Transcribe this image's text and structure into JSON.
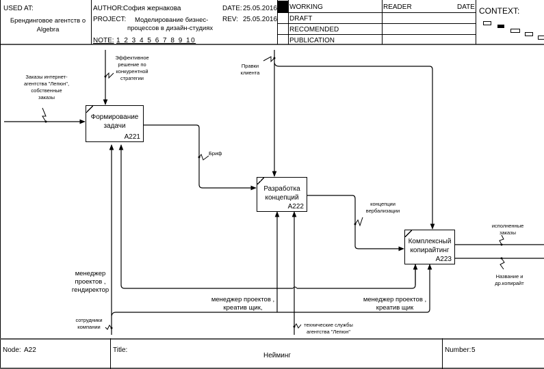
{
  "header": {
    "used_at_label": "USED AT:",
    "used_at_value_line1": "Брендинговое агентств о",
    "used_at_value_line2": "Algebra",
    "author_label": "AUTHOR:",
    "author_value": "София жернакова",
    "project_label": "PROJECT:",
    "project_value_line1": "Моделирование бизнес-",
    "project_value_line2": "процессов в дизайн-студиях",
    "note_label": "NOTE:",
    "note_numbers": "1 2 3 4 5 6 7 8 9 10",
    "date_label": "DATE:",
    "date_value": "25.05.2016",
    "rev_label": "REV:",
    "rev_value": "25.05.2016",
    "statuses": [
      "WORKING",
      "DRAFT",
      "RECOMENDED",
      "PUBLICATION"
    ],
    "active_status": "WORKING",
    "reader_label": "READER",
    "reader_date_label": "DATE",
    "context_label": "CONTEXT:"
  },
  "diagram": {
    "boxes": [
      {
        "title_line1": "Формирование",
        "title_line2": "задачи",
        "code": "A221"
      },
      {
        "title_line1": "Разработка",
        "title_line2": "концепций",
        "code": "A222"
      },
      {
        "title_line1": "Комплексный",
        "title_line2": "копирайтинг",
        "code": "A223"
      }
    ],
    "arrows": {
      "input_orders": [
        "Заказы интернет-",
        "агентства \"Лепюн\",",
        "собственные",
        "заказы"
      ],
      "control_strategy": [
        "Эффективное",
        "решение по",
        "конкурентной",
        "стратегии"
      ],
      "control_client": [
        "Правки",
        "клиента"
      ],
      "brief": "Бриф",
      "concepts": [
        "концепции",
        "вербализации"
      ],
      "output_done": [
        "исполненные",
        "заказы"
      ],
      "output_names": [
        "Название и",
        "др.копирайт"
      ],
      "mech_manager_ceo": [
        "менеджер",
        "проектов ,",
        "гендиректор"
      ],
      "mech_manager_creative_1": [
        "менеджер проектов ,",
        "креатив щик,"
      ],
      "mech_manager_creative_2": [
        "менеджер проектов ,",
        "креатив щик"
      ],
      "mech_staff": [
        "сотрудники",
        "компании"
      ],
      "mech_tech": [
        "технические службы",
        "агентства \"Лепюн\""
      ]
    }
  },
  "footer": {
    "node_label": "Node:",
    "node_value": "A22",
    "title_label": "Title:",
    "title_value": "Нейминг",
    "number_label": "Number:",
    "number_value": "5"
  }
}
